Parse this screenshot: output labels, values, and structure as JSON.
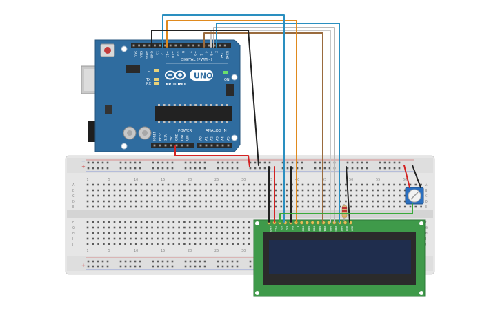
{
  "arduino": {
    "brand": "ARDUINO",
    "model": "UNO",
    "digital_header_label": "DIGITAL (PWM~)",
    "power_label": "POWER",
    "analog_label": "ANALOG IN",
    "on_label": "ON",
    "tx_label": "TX",
    "rx_label": "RX",
    "l_label": "L",
    "top_pin_labels": [
      "SCL",
      "SDA",
      "AREF",
      "GND",
      "13",
      "12",
      "~11",
      "~10",
      "~9",
      "8",
      "7",
      "~6",
      "~5",
      "4",
      "~3",
      "2",
      "TX▸1",
      "RX◂0"
    ],
    "power_pin_labels": [
      "IOREF",
      "RESET",
      "3.3V",
      "5V",
      "GND",
      "GND",
      "VIN"
    ],
    "analog_pin_labels": [
      "A0",
      "A1",
      "A2",
      "A3",
      "A4",
      "A5"
    ]
  },
  "breadboard": {
    "column_numbers": [
      "1",
      "5",
      "10",
      "15",
      "20",
      "25",
      "30",
      "35",
      "40",
      "45",
      "50",
      "55",
      "60"
    ],
    "row_letters_top": [
      "A",
      "B",
      "C",
      "D",
      "E"
    ],
    "row_letters_bottom": [
      "F",
      "G",
      "H",
      "I",
      "J"
    ],
    "rail_plus": "+",
    "rail_minus": "−"
  },
  "lcd": {
    "pin_labels": [
      "GND",
      "VCC",
      "V0",
      "RS",
      "RW",
      "E",
      "DB0",
      "DB1",
      "DB2",
      "DB3",
      "DB4",
      "DB5",
      "DB6",
      "DB7",
      "LED",
      "LED"
    ]
  },
  "colors": {
    "arduino_board": "#2f6c9f",
    "breadboard": "#e8e8e8",
    "lcd_pcb": "#3f9a4a",
    "lcd_screen": "#1f2d4d",
    "wire_black": "#222222",
    "wire_red": "#d32222",
    "wire_orange": "#e08a1e",
    "wire_blue": "#2a8fc0",
    "wire_brown": "#9a6b3e",
    "wire_grey": "#b8b8b8",
    "wire_green": "#3aaa3a"
  }
}
